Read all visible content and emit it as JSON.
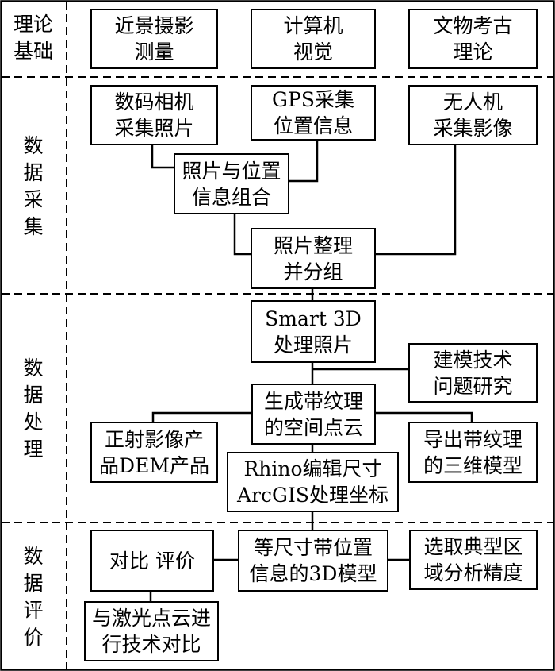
{
  "sections": [
    {
      "id": "theory",
      "label": "理论\n基础"
    },
    {
      "id": "collection",
      "label": "数据采集"
    },
    {
      "id": "processing",
      "label": "数据处理"
    },
    {
      "id": "evaluation",
      "label": "数据评价"
    }
  ],
  "nodes": {
    "close_range_photogrammetry": "近景摄影\n测量",
    "computer_vision": "计算机\n视觉",
    "archaeology_theory": "文物考古\n理论",
    "digital_camera": "数码相机\n采集照片",
    "gps": "GPS采集\n位置信息",
    "uav": "无人机\n采集影像",
    "photo_location_combine": "照片与位置\n信息组合",
    "photo_organize": "照片整理\n并分组",
    "smart3d": "Smart 3D\n处理照片",
    "modeling_research": "建模技术\n问题研究",
    "point_cloud": "生成带纹理\n的空间点云",
    "ortho_dem": "正射影像产\n品DEM产品",
    "export_model": "导出带纹理\n的三维模型",
    "rhino_arcgis": "Rhino编辑尺寸\nArcGIS处理坐标",
    "comparison_eval": "对比 评价",
    "scaled_3d_model": "等尺寸带位置\n信息的3D模型",
    "typical_area": "选取典型区\n域分析精度",
    "laser_compare": "与激光点云进\n行技术对比"
  }
}
